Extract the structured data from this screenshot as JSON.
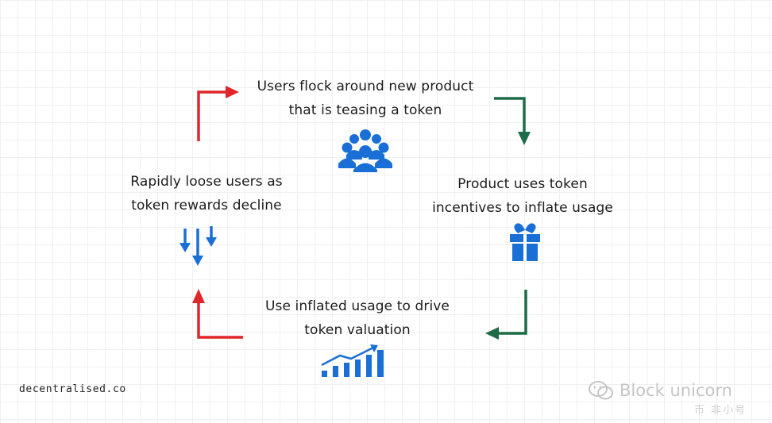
{
  "steps": {
    "top": {
      "line1": "Users flock around new product",
      "line2": "that is teasing a token",
      "icon": "users-group-icon"
    },
    "right": {
      "line1": "Product uses token",
      "line2": "incentives to inflate usage",
      "icon": "gift-icon"
    },
    "bottom": {
      "line1": "Use inflated usage to drive",
      "line2": "token valuation",
      "icon": "rising-bar-chart-icon"
    },
    "left": {
      "line1": "Rapidly loose users as",
      "line2": "token rewards decline",
      "icon": "down-arrows-icon"
    }
  },
  "footer": {
    "brand": "decentralised.co"
  },
  "watermark": {
    "text": "Block unicorn",
    "sub": "币 非小号"
  },
  "colors": {
    "red_arrow": "#e0262a",
    "green_arrow": "#1e6b48",
    "icon_blue": "#1a6fd6"
  }
}
